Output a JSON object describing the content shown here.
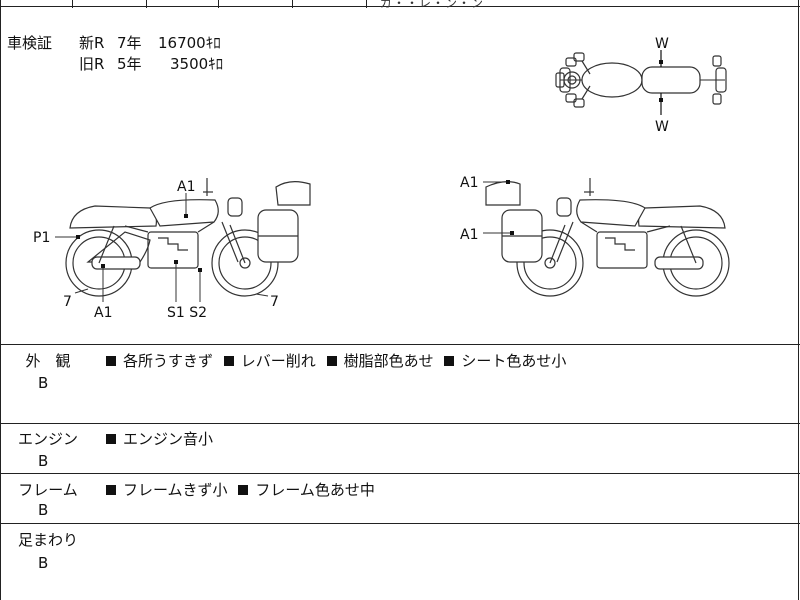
{
  "top_fragment": "ガ・・レ・ン・ン",
  "registration": {
    "label": "車検証",
    "new_label": "新R",
    "new_years": "7年",
    "new_km": "16700ｷﾛ",
    "old_label": "旧R",
    "old_years": "5年",
    "old_km": "3500ｷﾛ"
  },
  "diagram_labels": {
    "w_top": "W",
    "w_bottom": "W",
    "left_tank": "A1",
    "left_tail": "P1",
    "left_rear_wheel": "7",
    "left_muffler": "A1",
    "left_frame": "S1 S2",
    "left_front_wheel": "7",
    "right_top_case": "A1",
    "right_side_case": "A1"
  },
  "sections": [
    {
      "title": "外　観",
      "grade": "B",
      "notes": [
        "各所うすきず",
        "レバー削れ",
        "樹脂部色あせ",
        "シート色あせ小"
      ]
    },
    {
      "title": "エンジン",
      "grade": "B",
      "notes": [
        "エンジン音小"
      ]
    },
    {
      "title": "フレーム",
      "grade": "B",
      "notes": [
        "フレームきず小",
        "フレーム色あせ中"
      ]
    },
    {
      "title": "足まわり",
      "grade": "B",
      "notes": []
    }
  ]
}
